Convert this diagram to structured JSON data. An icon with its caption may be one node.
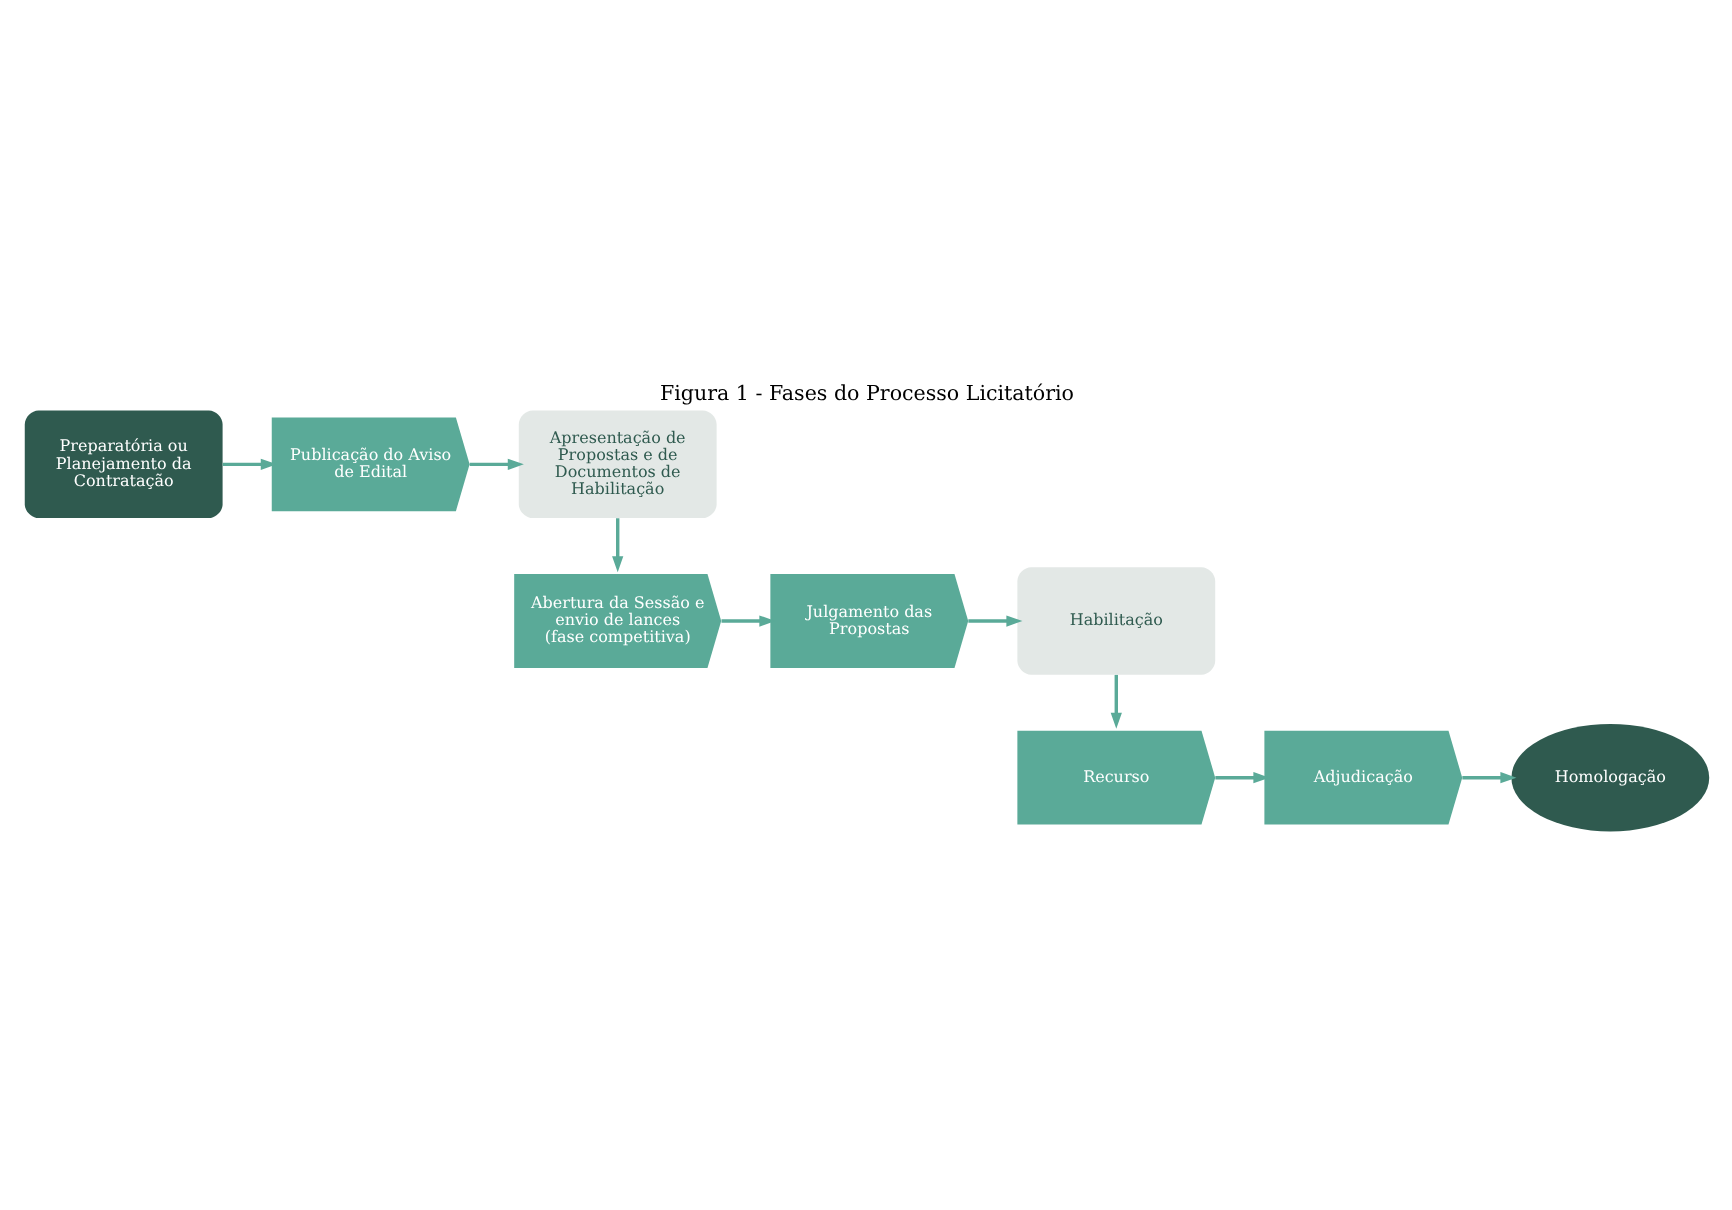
{
  "diagram": {
    "title": "Figura 1 - Fases do Processo Licitatório",
    "nodes": [
      {
        "text": [
          "Preparatória ou Planejamento da Contratação"
        ]
      },
      {
        "text": [
          "Publicação do Aviso de Edital"
        ]
      },
      {
        "text": [
          "Apresentação de Propostas e de Documentos de Habilitação"
        ]
      },
      {
        "text": [
          "Abertura da Sessão e envio de lances (fase competitiva)"
        ]
      },
      {
        "text": [
          "Julgamento das Propostas"
        ]
      },
      {
        "text": [
          "Habilitação"
        ]
      },
      {
        "text": [
          "Recurso"
        ]
      },
      {
        "text": [
          "Adjudicação"
        ]
      },
      {
        "text": [
          "Homologação"
        ]
      }
    ],
    "edges": [
      {
        "from": 0,
        "to": 1,
        "arrow": "to"
      },
      {
        "from": 1,
        "to": 2,
        "arrow": "to"
      },
      {
        "from": 2,
        "to": 3,
        "arrow": "to"
      },
      {
        "from": 3,
        "to": 4,
        "arrow": "to"
      },
      {
        "from": 4,
        "to": 5,
        "arrow": "to"
      },
      {
        "from": 5,
        "to": 6,
        "arrow": "to"
      },
      {
        "from": 6,
        "to": 7,
        "arrow": "to"
      },
      {
        "from": 7,
        "to": 8,
        "arrow": "to"
      }
    ]
  }
}
